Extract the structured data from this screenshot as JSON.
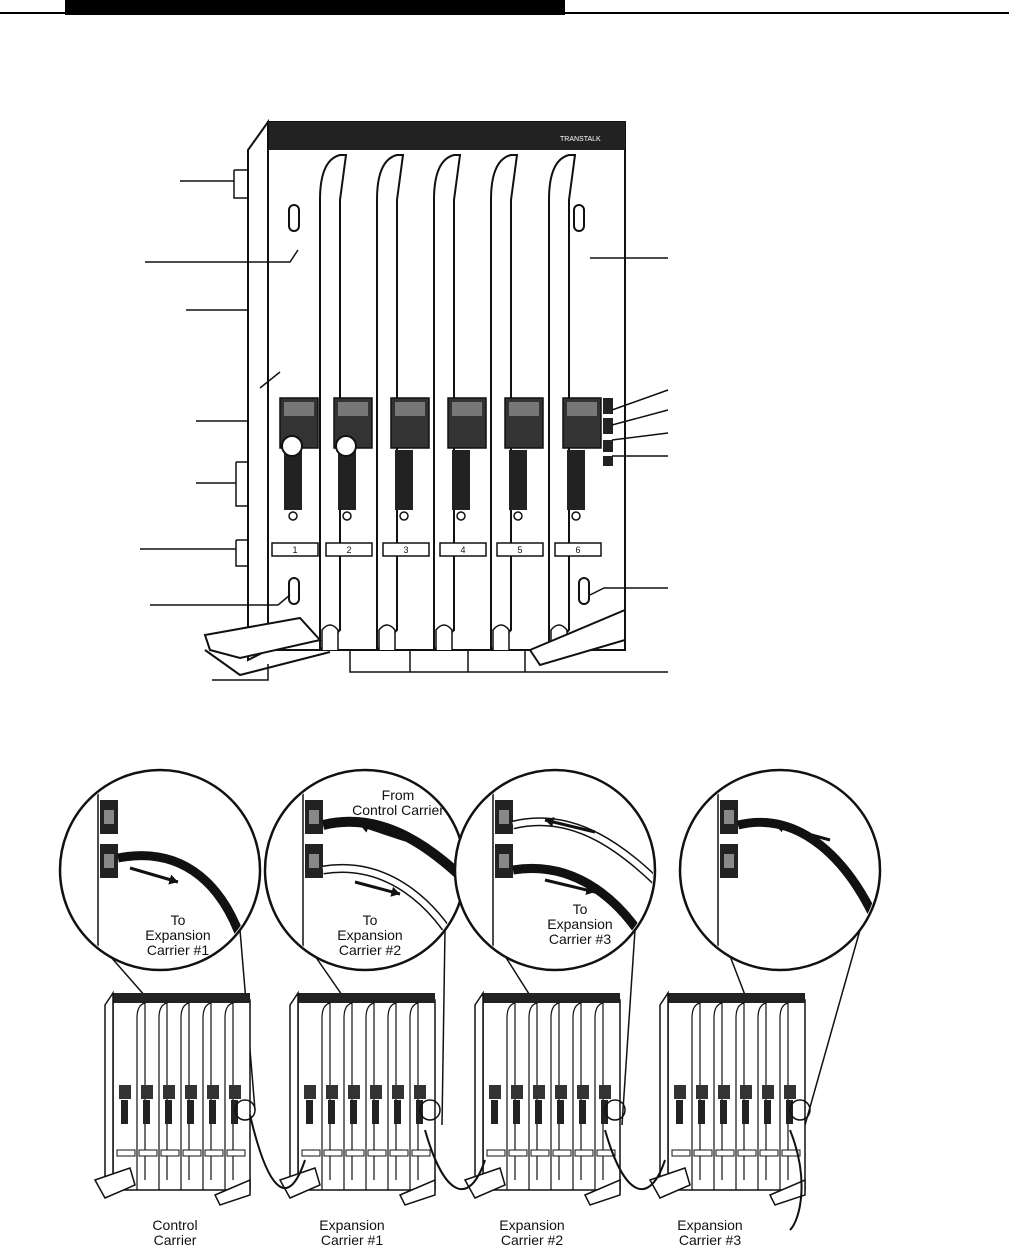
{
  "top_illustration": {
    "brand_text": "TRANSTALK",
    "slot_numbers": [
      "1",
      "2",
      "3",
      "4",
      "5",
      "6"
    ]
  },
  "bottom_illustration": {
    "callouts": [
      {
        "from": "",
        "to": "To\nExpansion\nCarrier #1"
      },
      {
        "from": "From\nControl Carrier",
        "to": "To\nExpansion\nCarrier #2"
      },
      {
        "from": "",
        "to": "To\nExpansion\nCarrier #3"
      },
      {
        "from": "",
        "to": ""
      }
    ],
    "carriers": [
      {
        "name": "Control\nCarrier"
      },
      {
        "name": "Expansion\nCarrier #1"
      },
      {
        "name": "Expansion\nCarrier #2"
      },
      {
        "name": "Expansion\nCarrier #3"
      }
    ]
  }
}
